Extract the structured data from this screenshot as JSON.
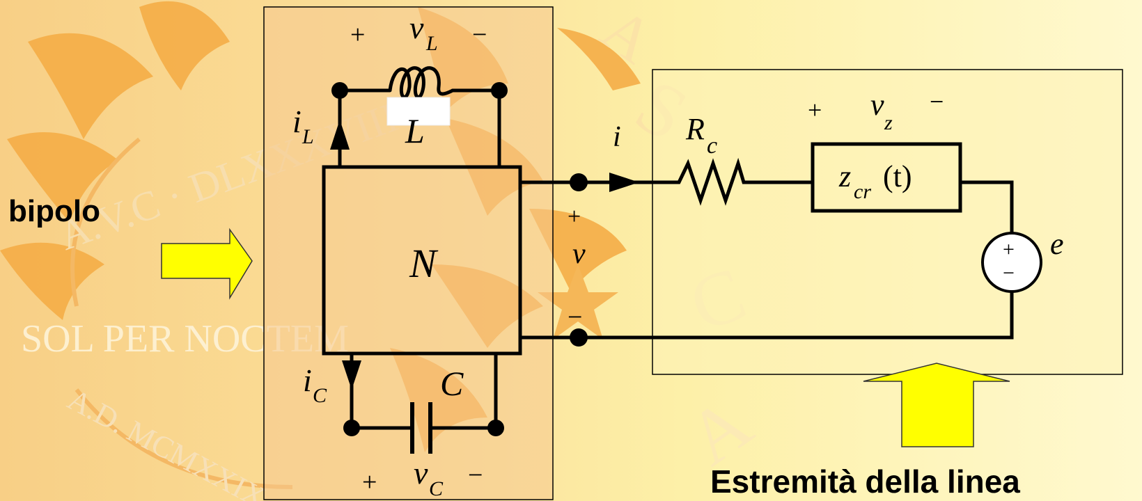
{
  "background_logo": {
    "motto": "SOL PER NOCTEM",
    "ring_upper": "A.V.C · DLXXXVIII",
    "ring_lower": "A.D. MCMXXIX"
  },
  "labels": {
    "bipolo": "bipolo",
    "estremita": "Estremità della linea"
  },
  "circuit": {
    "network": "N",
    "inductor": "L",
    "capacitor": "C",
    "iL_main": "i",
    "iL_sub": "L",
    "iC_main": "i",
    "iC_sub": "C",
    "vL_main": "v",
    "vL_sub": "L",
    "vC_main": "v",
    "vC_sub": "C",
    "vz_main": "v",
    "vz_sub": "z",
    "Rc_main": "R",
    "Rc_sub": "c",
    "zcr_main": "z",
    "zcr_sub": "cr",
    "zcr_arg": "(t)",
    "current_i": "i",
    "voltage_v": "v",
    "source_e": "e",
    "plus": "+",
    "minus": "−"
  },
  "colors": {
    "arrow_fill": "#ffff00",
    "logo": "#f3a93f",
    "box_fill": "#f6c98f",
    "wire": "#000000"
  }
}
